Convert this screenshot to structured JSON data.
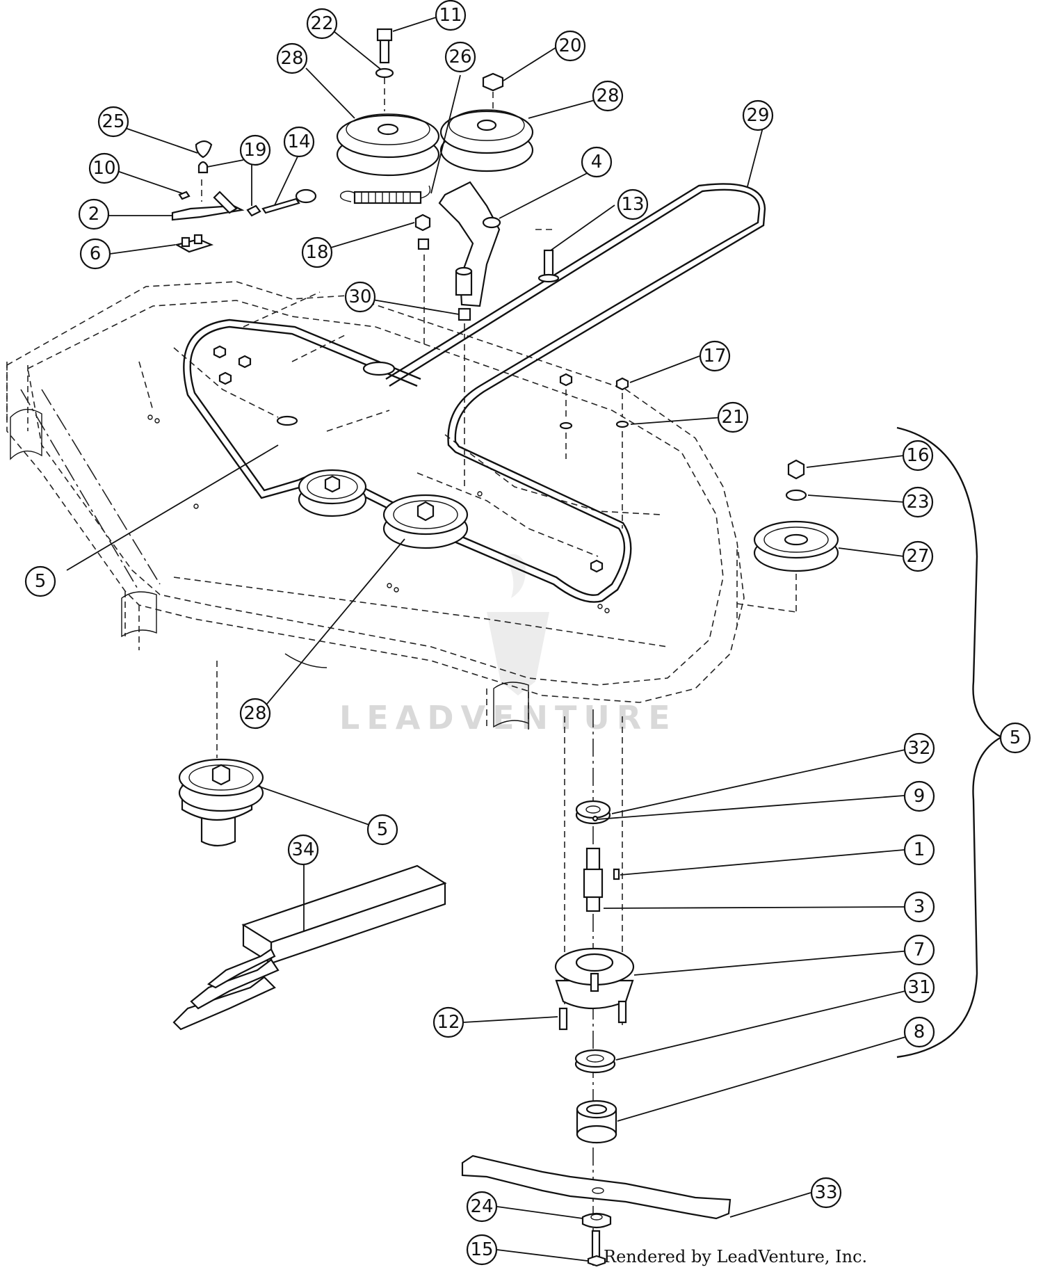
{
  "callouts": [
    {
      "id": "c22",
      "label": "22"
    },
    {
      "id": "c11",
      "label": "11"
    },
    {
      "id": "c28a",
      "label": "28"
    },
    {
      "id": "c26",
      "label": "26"
    },
    {
      "id": "c20",
      "label": "20"
    },
    {
      "id": "c28b",
      "label": "28"
    },
    {
      "id": "c29",
      "label": "29"
    },
    {
      "id": "c25",
      "label": "25"
    },
    {
      "id": "c19",
      "label": "19"
    },
    {
      "id": "c14",
      "label": "14"
    },
    {
      "id": "c10",
      "label": "10"
    },
    {
      "id": "c2",
      "label": "2"
    },
    {
      "id": "c6",
      "label": "6"
    },
    {
      "id": "c4",
      "label": "4"
    },
    {
      "id": "c13",
      "label": "13"
    },
    {
      "id": "c18",
      "label": "18"
    },
    {
      "id": "c30",
      "label": "30"
    },
    {
      "id": "c17",
      "label": "17"
    },
    {
      "id": "c21",
      "label": "21"
    },
    {
      "id": "c16",
      "label": "16"
    },
    {
      "id": "c23",
      "label": "23"
    },
    {
      "id": "c27",
      "label": "27"
    },
    {
      "id": "c5a",
      "label": "5"
    },
    {
      "id": "c28c",
      "label": "28"
    },
    {
      "id": "c5b",
      "label": "5"
    },
    {
      "id": "c32",
      "label": "32"
    },
    {
      "id": "c9",
      "label": "9"
    },
    {
      "id": "c1",
      "label": "1"
    },
    {
      "id": "c3",
      "label": "3"
    },
    {
      "id": "c7",
      "label": "7"
    },
    {
      "id": "c31",
      "label": "31"
    },
    {
      "id": "c12",
      "label": "12"
    },
    {
      "id": "c8",
      "label": "8"
    },
    {
      "id": "c34",
      "label": "34"
    },
    {
      "id": "c5c",
      "label": "5"
    },
    {
      "id": "c33",
      "label": "33"
    },
    {
      "id": "c24",
      "label": "24"
    },
    {
      "id": "c15",
      "label": "15"
    }
  ],
  "watermark": "LEADVENTURE",
  "credit": "Rendered by LeadVenture, Inc."
}
